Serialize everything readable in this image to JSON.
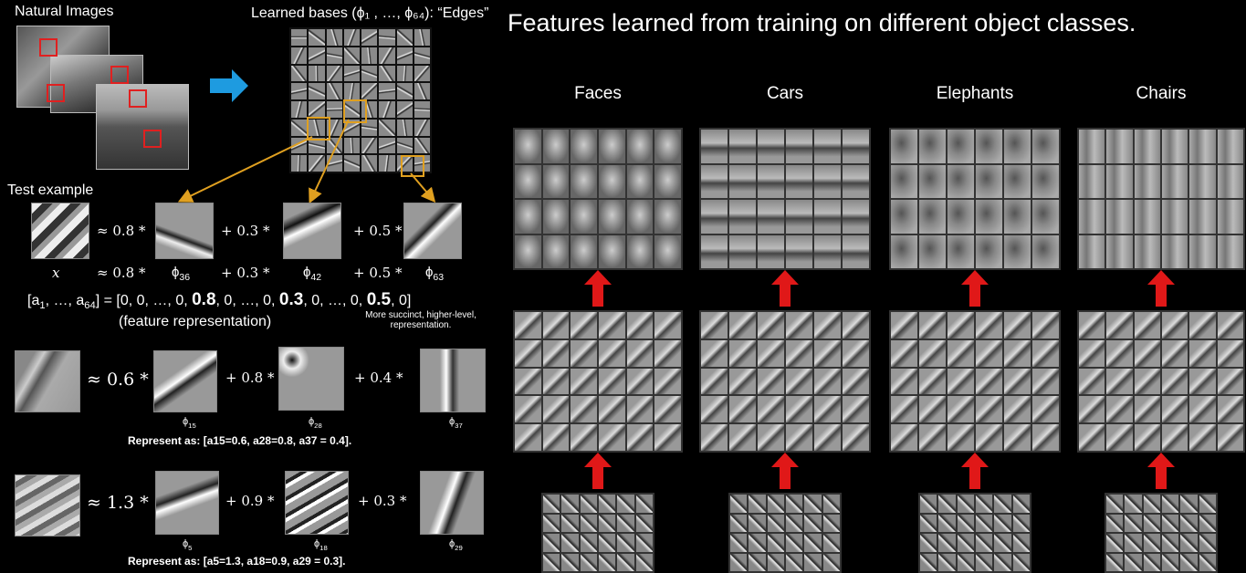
{
  "left": {
    "natural_images_label": "Natural Images",
    "learned_bases_label": "Learned bases (ϕ₁ , …, ϕ₆₄):  “Edges”",
    "test_example_label": "Test example",
    "eq1": {
      "t1": "≈ 0.8 *",
      "t2": "+ 0.3 *",
      "t3": "+ 0.5 *",
      "x": "x",
      "l1": "≈ 0.8 *",
      "l2": "ϕ",
      "l2sub": "36",
      "l3": "+  0.3 *",
      "l4": "ϕ",
      "l4sub": "42",
      "l5": "+ 0.5 *",
      "l6": "ϕ",
      "l6sub": "63"
    },
    "vector_prefix": "[a",
    "vector_sub1": "1",
    "vector_mid": ", …, a",
    "vector_sub64": "64",
    "vector_eq": "] = [0, 0, …, 0,",
    "v1": "0.8",
    "vector_mid2": ", 0, …, 0,",
    "v2": "0.3",
    "vector_mid3": ", 0, …, 0,",
    "v3": "0.5",
    "vector_end": ", 0]",
    "feature_rep": "(feature representation)",
    "succinct_note_1": "More succinct, higher-level,",
    "succinct_note_2": "representation.",
    "eq2": {
      "t1": "≈ 0.6 *",
      "t2": "+ 0.8 *",
      "t3": "+ 0.4 *",
      "p1": "ϕ",
      "p1sub": "15",
      "p2": "ϕ",
      "p2sub": "28",
      "p3": "ϕ",
      "p3sub": "37",
      "represent": "Represent as: [a15=0.6, a28=0.8, a37 = 0.4]."
    },
    "eq3": {
      "t1": "≈ 1.3 *",
      "t2": "+ 0.9 *",
      "t3": "+ 0.3 *",
      "p1": "ϕ",
      "p1sub": "5",
      "p2": "ϕ",
      "p2sub": "18",
      "p3": "ϕ",
      "p3sub": "29",
      "represent": "Represent as: [a5=1.3, a18=0.9, a29 = 0.3]."
    }
  },
  "right": {
    "title": "Features learned from training on different object classes.",
    "classes": [
      "Faces",
      "Cars",
      "Elephants",
      "Chairs"
    ]
  },
  "colors": {
    "highlight_box": "#e0a020",
    "red_box": "#e02020",
    "blue_arrow": "#1e9be0",
    "red_arrow": "#e01818"
  }
}
